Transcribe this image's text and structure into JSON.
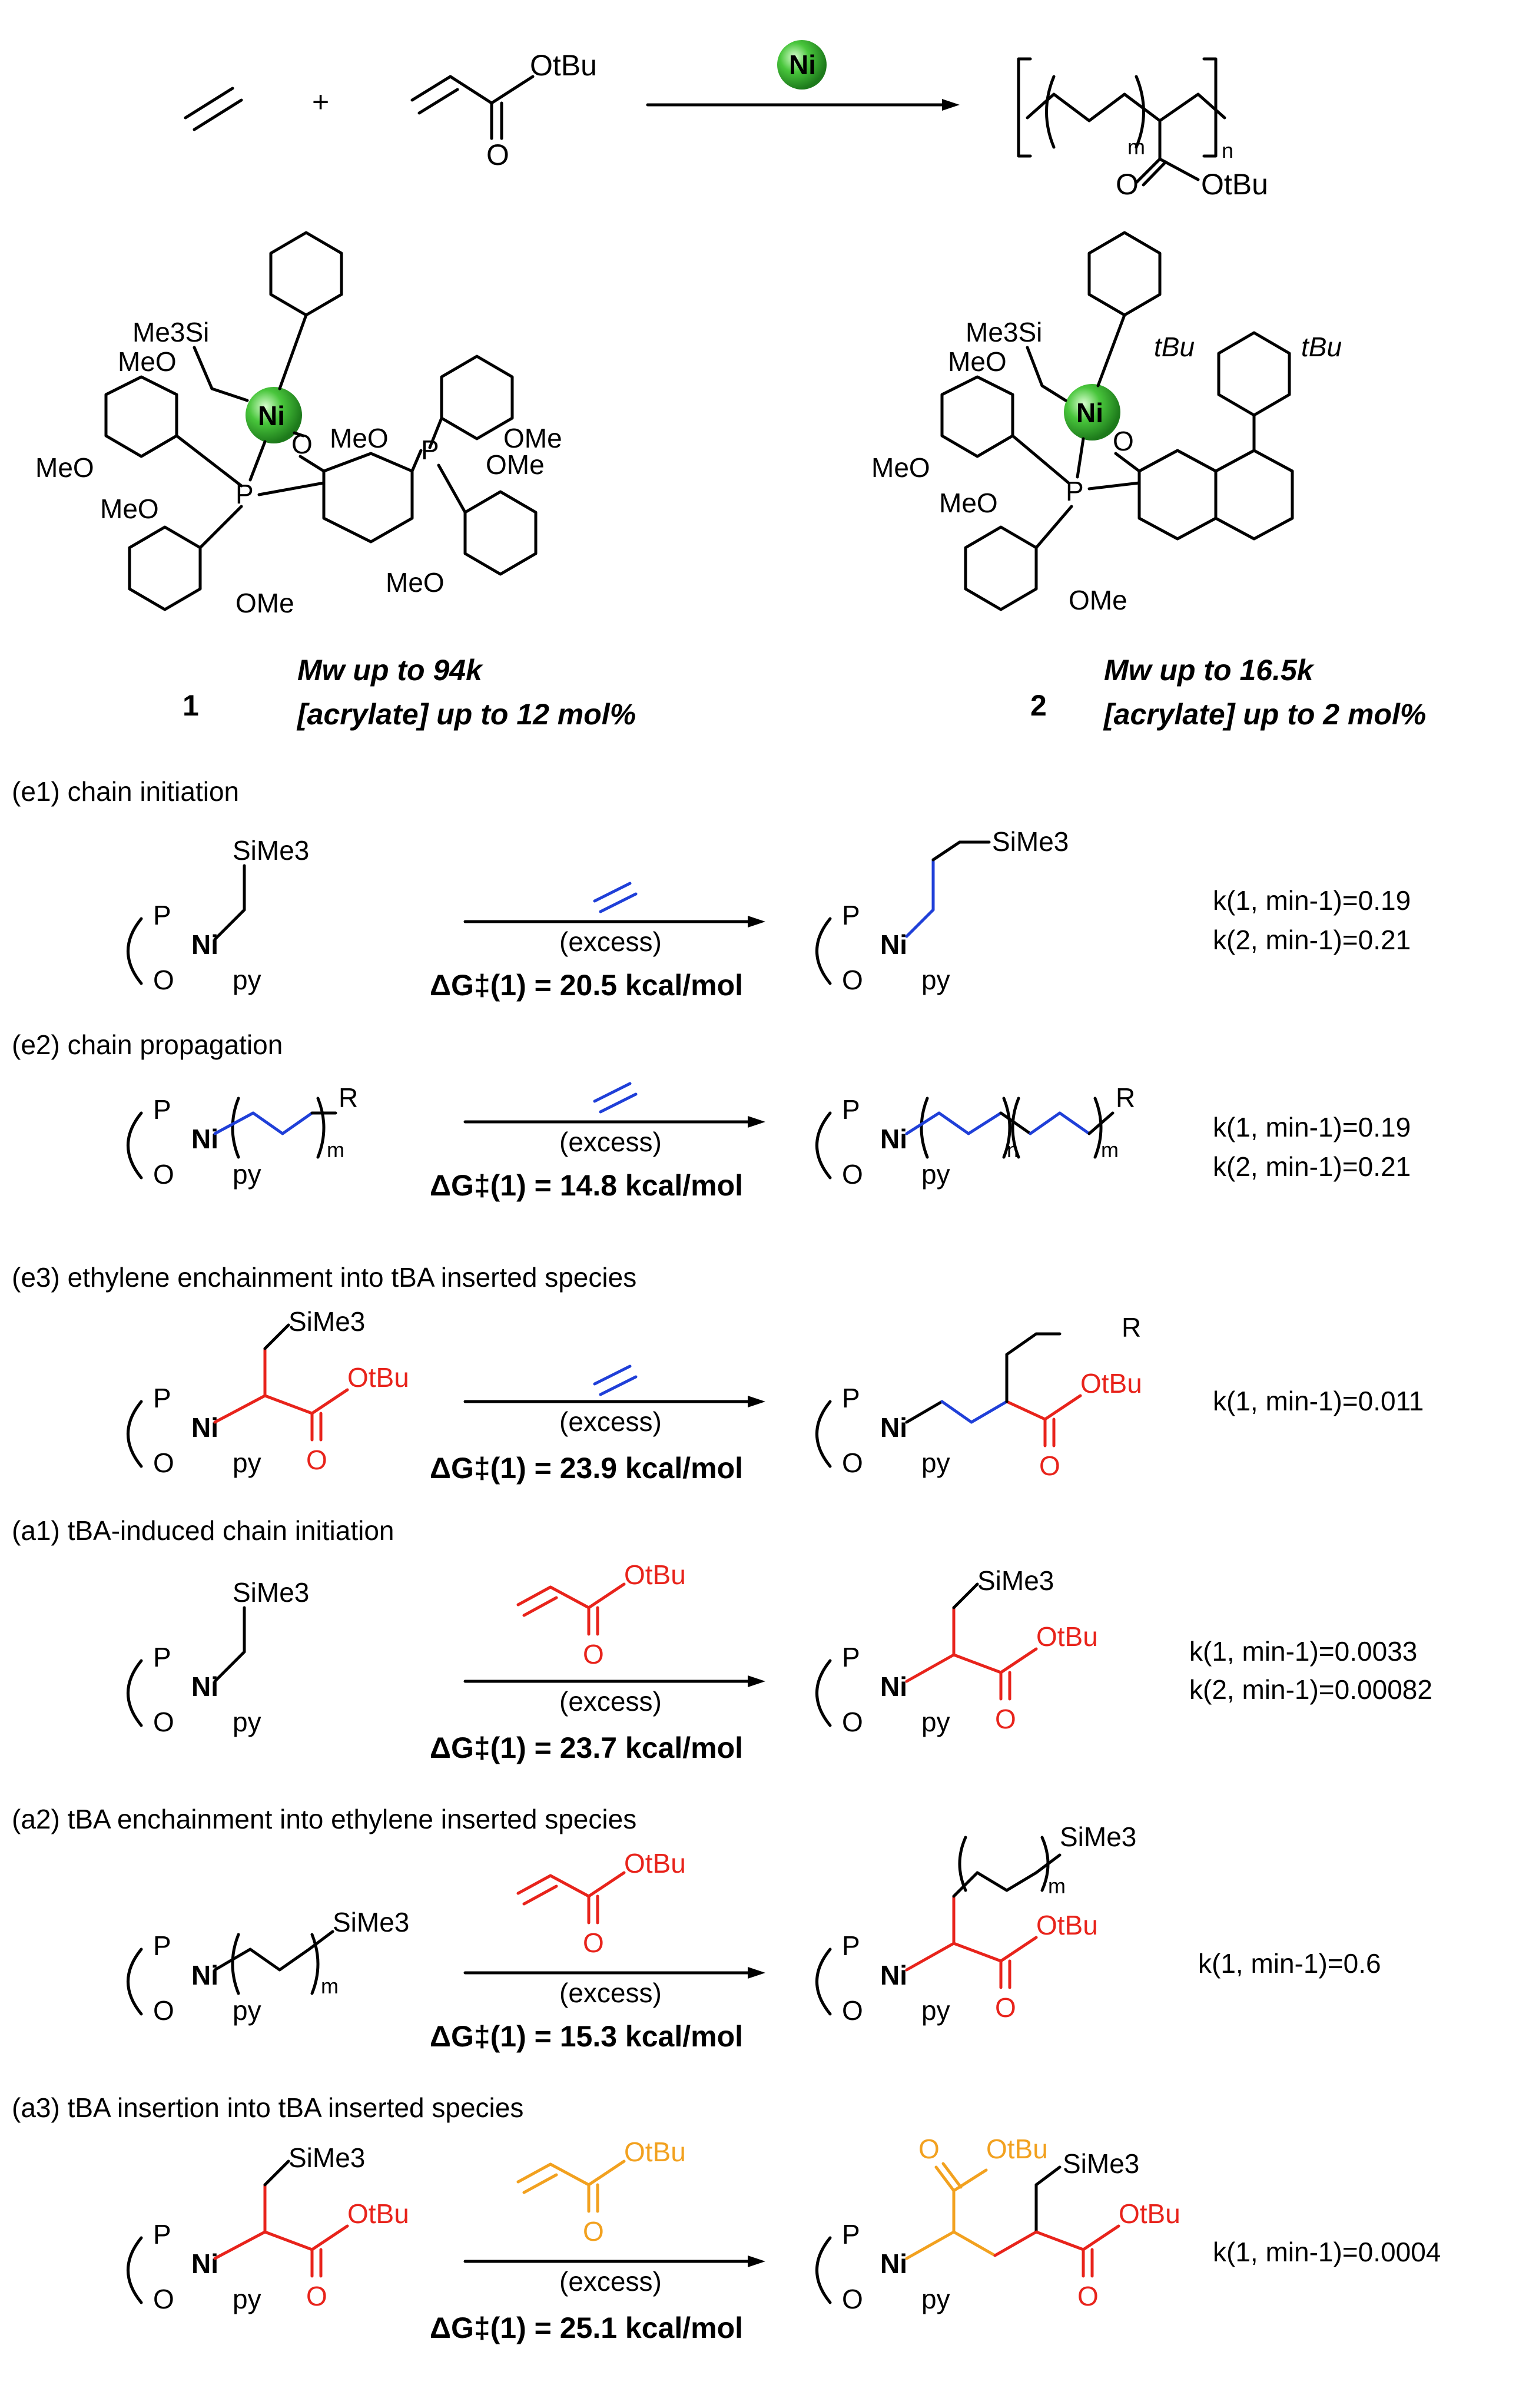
{
  "top_reaction": {
    "plus": "+",
    "reagent_label": "OtBu",
    "reagent_O": "O",
    "catalyst": "Ni",
    "product_subscript_m": "m",
    "product_subscript_n": "n",
    "product_ester": "OtBu",
    "product_O": "O"
  },
  "catalysts": [
    {
      "id": "1",
      "labels": [
        "Me3Si",
        "Ni",
        "O",
        "P",
        "P",
        "MeO",
        "MeO",
        "MeO",
        "OMe",
        "MeO",
        "OMe",
        "MeO",
        "OMe"
      ],
      "mw": "Mw up to 94k",
      "acrylate": "[acrylate] up to 12 mol%"
    },
    {
      "id": "2",
      "labels": [
        "Me3Si",
        "Ni",
        "O",
        "P",
        "MeO",
        "MeO",
        "MeO",
        "OMe",
        "tBu",
        "tBu"
      ],
      "mw": "Mw up to 16.5k",
      "acrylate": "[acrylate] up to 2 mol%"
    }
  ],
  "steps": [
    {
      "title": "(e1) chain initiation",
      "reagent": "ethylene",
      "condition": "(excess)",
      "dg": "ΔG‡(1) = 20.5 kcal/mol",
      "rates": [
        "k(1, min-1)=0.19",
        "k(2, min-1)=0.21"
      ],
      "left_sub": "SiMe3",
      "right_sub": "SiMe3"
    },
    {
      "title": "(e2) chain propagation",
      "reagent": "ethylene",
      "condition": "(excess)",
      "dg": "ΔG‡(1) = 14.8 kcal/mol",
      "rates": [
        "k(1, min-1)=0.19",
        "k(2, min-1)=0.21"
      ],
      "left_sub": "R",
      "right_sub": "R"
    },
    {
      "title": "(e3) ethylene enchainment into tBA inserted species",
      "reagent": "ethylene",
      "condition": "(excess)",
      "dg": "ΔG‡(1) = 23.9 kcal/mol",
      "rates": [
        "k(1, min-1)=0.011"
      ],
      "left_sub": "SiMe3",
      "right_sub": "R"
    },
    {
      "title": "(a1) tBA-induced chain initiation",
      "reagent": "tBA",
      "condition": "(excess)",
      "dg": "ΔG‡(1) = 23.7 kcal/mol",
      "rates": [
        "k(1, min-1)=0.0033",
        "k(2, min-1)=0.00082"
      ],
      "left_sub": "SiMe3",
      "right_sub": "SiMe3"
    },
    {
      "title": "(a2) tBA enchainment into ethylene inserted species",
      "reagent": "tBA",
      "condition": "(excess)",
      "dg": "ΔG‡(1) = 15.3 kcal/mol",
      "rates": [
        "k(1, min-1)=0.6"
      ],
      "left_sub": "SiMe3",
      "right_sub": "SiMe3"
    },
    {
      "title": "(a3) tBA insertion into tBA inserted species",
      "reagent": "tBA",
      "condition": "(excess)",
      "dg": "ΔG‡(1) = 25.1 kcal/mol",
      "rates": [
        "k(1, min-1)=0.0004"
      ],
      "left_sub": "SiMe3",
      "right_sub": "SiMe3"
    }
  ],
  "atom_labels": {
    "P": "P",
    "Ni": "Ni",
    "O": "O",
    "py": "py",
    "m": "m",
    "n": "n",
    "OtBu": "OtBu",
    "SiMe3_alt": "SiMe3"
  },
  "colors": {
    "ni_sphere": "#3db83a",
    "acrylate_red": "#e8231b",
    "ethylene_blue": "#1f3fd8",
    "second_acrylate_orange": "#f2a11f"
  }
}
